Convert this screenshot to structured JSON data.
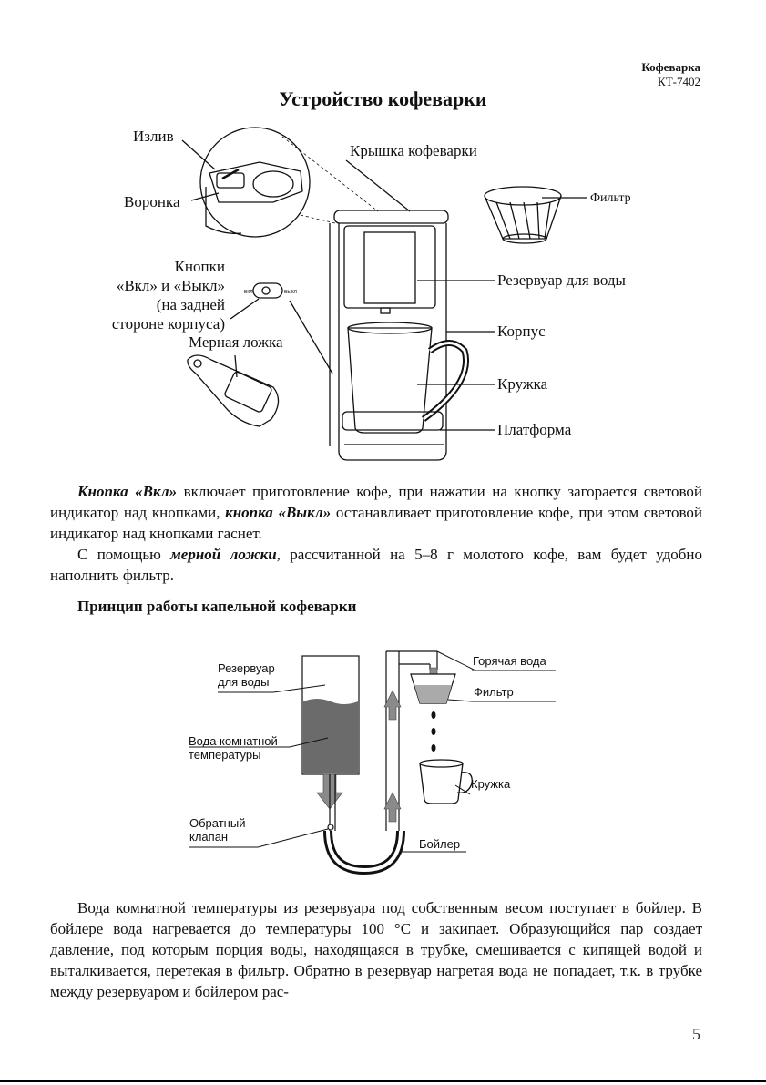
{
  "header": {
    "product": "Кофеварка",
    "model": "КТ-7402"
  },
  "title": "Устройство кофеварки",
  "diagram1": {
    "spout": "Излив",
    "funnel": "Воронка",
    "lid": "Крышка кофеварки",
    "filter": "Фильтр",
    "buttons_1": "Кнопки",
    "buttons_2": "«Вкл» и «Выкл»",
    "buttons_3": "(на задней",
    "buttons_4": "стороне корпуса)",
    "btn_on": "ВКЛ",
    "btn_off": "ВЫКЛ",
    "reservoir": "Резервуар для воды",
    "body": "Корпус",
    "spoon": "Мерная ложка",
    "mug": "Кружка",
    "platform": "Платформа"
  },
  "para1": {
    "em1": "Кнопка «Вкл»",
    "t1": " включает приготовление кофе, при нажатии на кнопку загорается световой индикатор над кнопками, ",
    "em2": "кнопка «Выкл»",
    "t2": " останавливает приготовление кофе, при этом световой индикатор над кнопками гаснет."
  },
  "para2": {
    "t1": "С помощью ",
    "em1": "мерной ложки",
    "t2": ", рассчитанной на 5–8 г молотого кофе, вам будет удобно наполнить фильтр."
  },
  "heading2": "Принцип работы капельной кофеварки",
  "diagram2": {
    "reservoir_1": "Резервуар",
    "reservoir_2": "для воды",
    "water_1": "Вода комнатной",
    "water_2": "температуры",
    "valve_1": "Обратный",
    "valve_2": "клапан",
    "hot": "Горячая вода",
    "filter": "Фильтр",
    "mug": "Кружка",
    "boiler": "Бойлер"
  },
  "para3": "Вода комнатной температуры из резервуара под собственным весом поступает в бойлер. В бойлере вода нагревается до температуры 100 °С и закипает. Образующийся пар создает давление, под которым порция воды, находящаяся в трубке, смешивается с кипящей водой и выталкивается, перетекая в фильтр. Обратно в резервуар нагретая вода не попадает, т.к. в трубке между резервуаром и бойлером рас-",
  "page_number": "5"
}
